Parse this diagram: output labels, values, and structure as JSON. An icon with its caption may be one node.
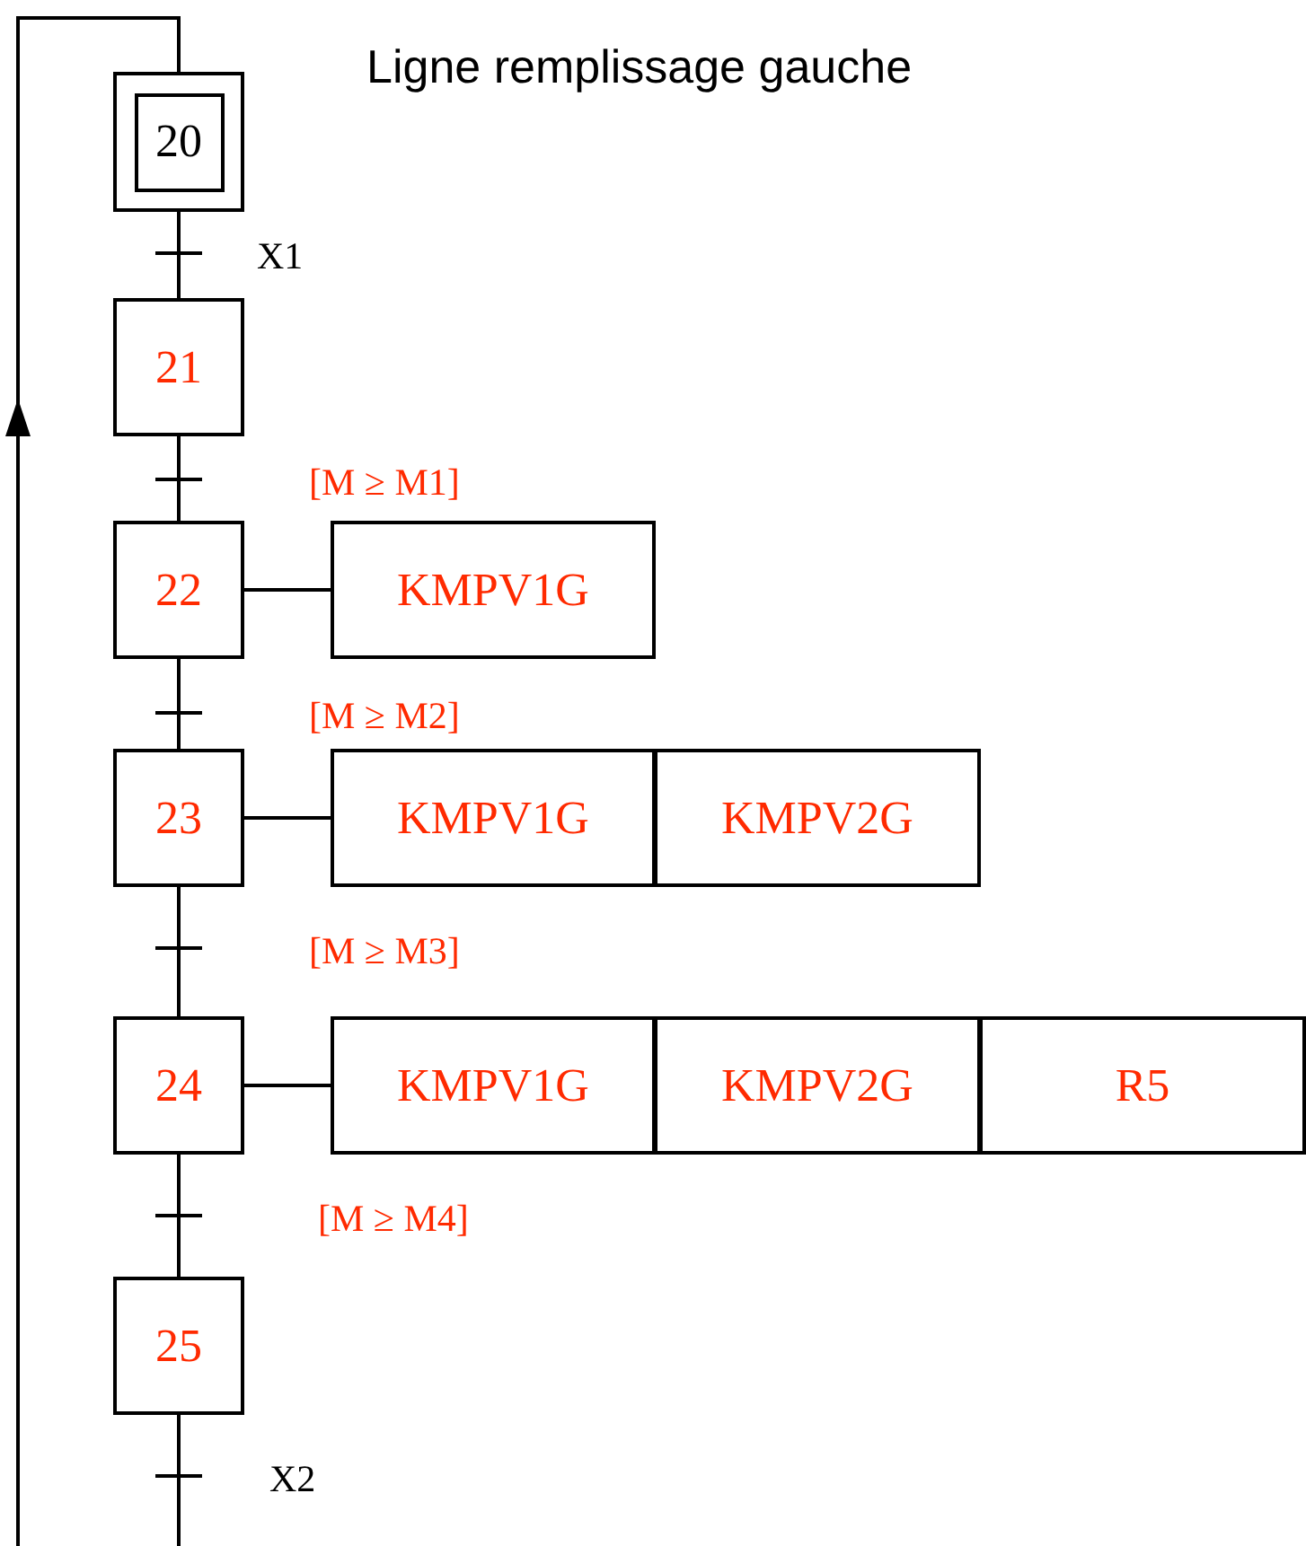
{
  "diagram": {
    "title": "Ligne remplissage gauche",
    "nodes": [
      {
        "text": [
          "20"
        ]
      },
      {
        "text": [
          "21"
        ]
      },
      {
        "text": [
          "22"
        ]
      },
      {
        "text": [
          "23"
        ]
      },
      {
        "text": [
          "24"
        ]
      },
      {
        "text": [
          "25"
        ]
      },
      {
        "text": [
          "KMPV1G"
        ]
      },
      {
        "text": [
          "KMPV1G"
        ]
      },
      {
        "text": [
          "KMPV2G"
        ]
      },
      {
        "text": [
          "KMPV1G"
        ]
      },
      {
        "text": [
          "KMPV2G"
        ]
      },
      {
        "text": [
          "R5"
        ]
      }
    ],
    "edges": [
      {
        "from": 0,
        "to": 1,
        "arrow": "none",
        "label": "X1"
      },
      {
        "from": 1,
        "to": 2,
        "arrow": "none",
        "label": "[M ≥ M1]"
      },
      {
        "from": 2,
        "to": 3,
        "arrow": "none",
        "label": "[M ≥ M2]"
      },
      {
        "from": 3,
        "to": 4,
        "arrow": "none",
        "label": "[M ≥ M3]"
      },
      {
        "from": 4,
        "to": 5,
        "arrow": "none",
        "label": "[M ≥ M4]"
      },
      {
        "from": 5,
        "to": 0,
        "arrow": "to",
        "label": "X2"
      },
      {
        "from": 2,
        "to": 6,
        "arrow": "none"
      },
      {
        "from": 3,
        "to": 7,
        "arrow": "none"
      },
      {
        "from": 4,
        "to": 9,
        "arrow": "none"
      }
    ]
  }
}
